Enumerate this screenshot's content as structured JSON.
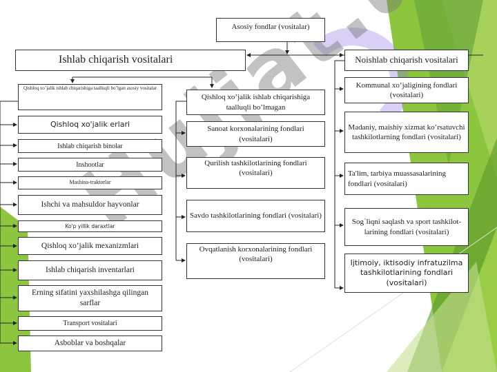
{
  "root": "Asosiy fondlar (vositalar)",
  "production": {
    "title": "Ishlab chiqarish vositalari",
    "agricultural": {
      "title": "Qishloq xo’jalik ishlab chiqarishiga taalluqli bo’lgan asosiy vositalar",
      "items": [
        "Qishloq xo'jalik erlari",
        "Ishlab chiqarish binolar",
        "Inshootlar",
        "Mashina-traktorlar",
        "Ishchi va mahsuldor hayvonlar",
        "Ko'p yillik daraxtlar",
        "Qishloq xo’jalik mexanizmlari",
        "Ishlab chiqarish inventarlari",
        "Erning sifatini yaxshilashga qilingan sarflar",
        "Transport vositalari",
        "Asboblar va boshqalar"
      ]
    },
    "non_agricultural": {
      "title": "Qishloq xo’jalik ishlab chiqarishiga taalluqli bo’lmagan",
      "items": [
        "Sanoat korxonalarining fondlari (vositalari)",
        "Qurilish tashkilotlarining fondlari (vositalari)",
        "Savdo tashkilotlarining fondlari (vositalari)",
        "Ovqatlanish korxonalarining fondlari (vositalari)"
      ]
    }
  },
  "non_production": {
    "title": "Noishlab chiqarish vositalari",
    "items": [
      "Kommunal xo’jaligining fondlari (vositalari)",
      "Madaniy, maishiy xizmat ko’rsatuvchi tashkilotlarning fondlari (vositalari)",
      "Ta'lim, tarbiya muassasalarining fondlari (vositalari)",
      "Sog`liqni saqlash va sport tashkilot-larining fondlari (vositalari)",
      "Ijtimoiy, iktisodiy infratuzilma tashkilotlarining fondlari (vositalari)"
    ]
  },
  "watermark": "Hujjat.uz",
  "colors": {
    "green_light": "#a6d15a",
    "green": "#8cc63f",
    "green_dark": "#5b9a2a"
  }
}
